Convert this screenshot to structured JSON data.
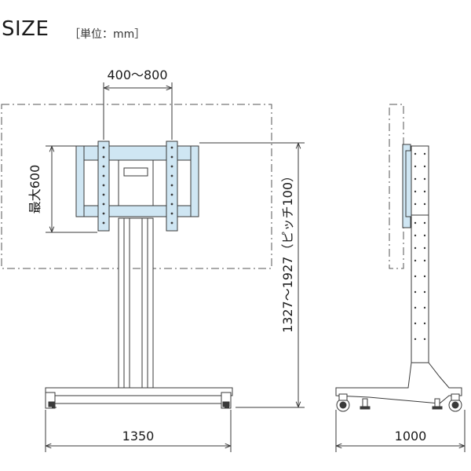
{
  "header": {
    "title": "SIZE",
    "unit": "［単位：mm］"
  },
  "dimensions": {
    "vesa_width": "400〜800",
    "vesa_height": "最大600",
    "height_range": "1327〜1927（ピッチ100）",
    "base_width": "1350",
    "base_depth": "1000"
  },
  "colors": {
    "line": "#3a3a3a",
    "bracket_fill": "#cfe6f3",
    "bracket_stroke": "#3a3a3a",
    "dash": "#555555"
  }
}
